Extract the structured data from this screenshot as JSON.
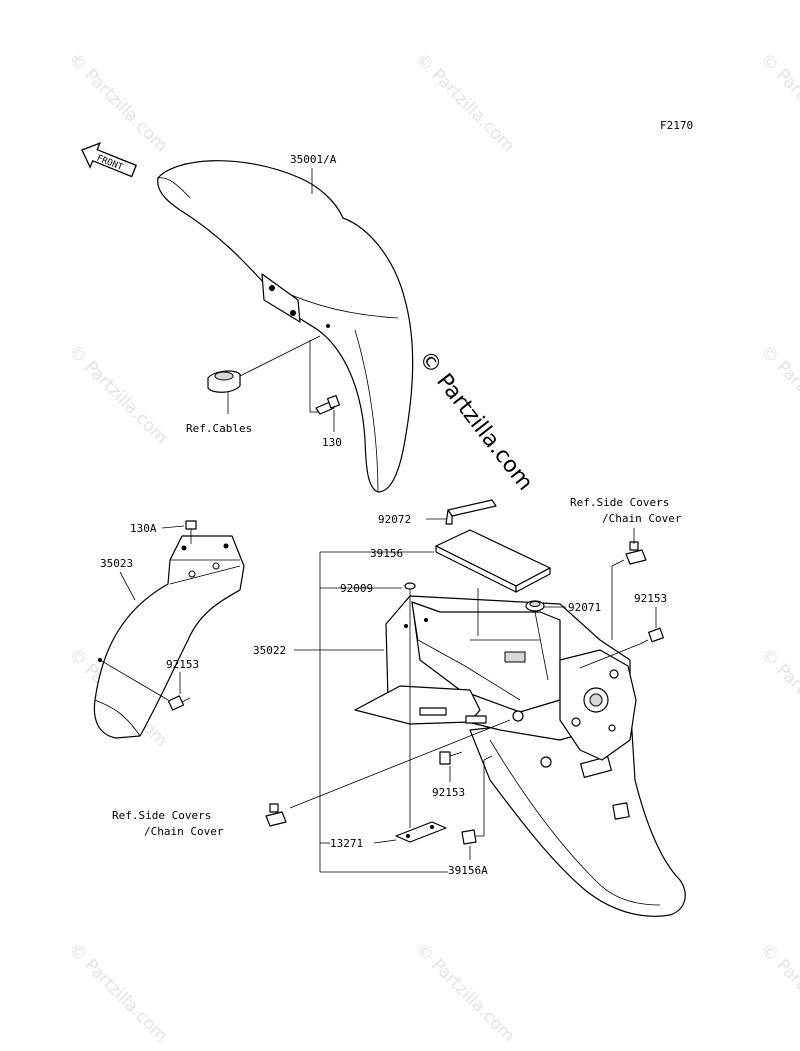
{
  "diagram": {
    "figure_code": "F2170",
    "front_arrow_label": "FRONT",
    "watermark_text": "© Partzilla.com",
    "labels": {
      "p35001A": "35001/A",
      "ref_cables": "Ref.Cables",
      "p130": "130",
      "p130A": "130A",
      "p35023": "35023",
      "p92153_left": "92153",
      "p92072": "92072",
      "ref_side_covers_top_1": "Ref.Side Covers",
      "ref_side_covers_top_2": "/Chain Cover",
      "p39156": "39156",
      "p92009": "92009",
      "p92071": "92071",
      "p92153_right": "92153",
      "p35022": "35022",
      "p92153_bottom": "92153",
      "ref_side_covers_bot_1": "Ref.Side Covers",
      "ref_side_covers_bot_2": "/Chain Cover",
      "p13271": "13271",
      "p39156A": "39156A"
    }
  }
}
